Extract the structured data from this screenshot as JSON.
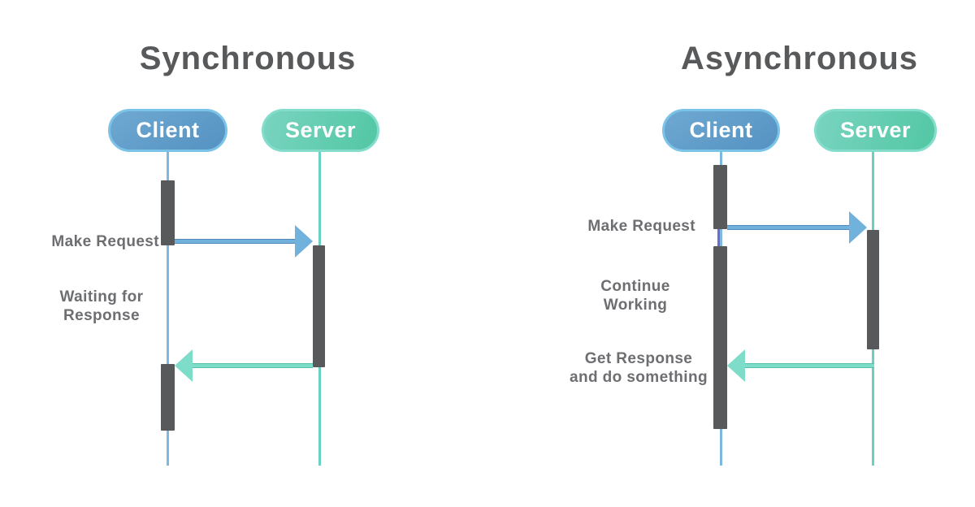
{
  "sync": {
    "title": "Synchronous",
    "client_label": "Client",
    "server_label": "Server",
    "make_request_label": "Make Request",
    "waiting_line1": "Waiting for",
    "waiting_line2": "Response"
  },
  "async": {
    "title": "Asynchronous",
    "client_label": "Client",
    "server_label": "Server",
    "make_request_label": "Make Request",
    "continue_line1": "Continue",
    "continue_line2": "Working",
    "response_line1": "Get Response",
    "response_line2": "and do something"
  },
  "colors": {
    "title_text": "#58595b",
    "label_text": "#6d6e71",
    "bar_fill": "#58595b",
    "client_fill_a": "#6fa9d2",
    "client_fill_b": "#5592c2",
    "client_border": "#7cc3e8",
    "server_fill_a": "#79d4c0",
    "server_fill_b": "#52c7a4",
    "server_border": "#84ddcb",
    "client_line": "#7db9e0",
    "server_line": "#69d0c2",
    "request_arrow": "#70b2dc",
    "request_edge": "#4f88ba",
    "response_arrow": "#7eddc9",
    "response_edge": "#55c3ab",
    "gap_accent": "#6a6ad0"
  }
}
